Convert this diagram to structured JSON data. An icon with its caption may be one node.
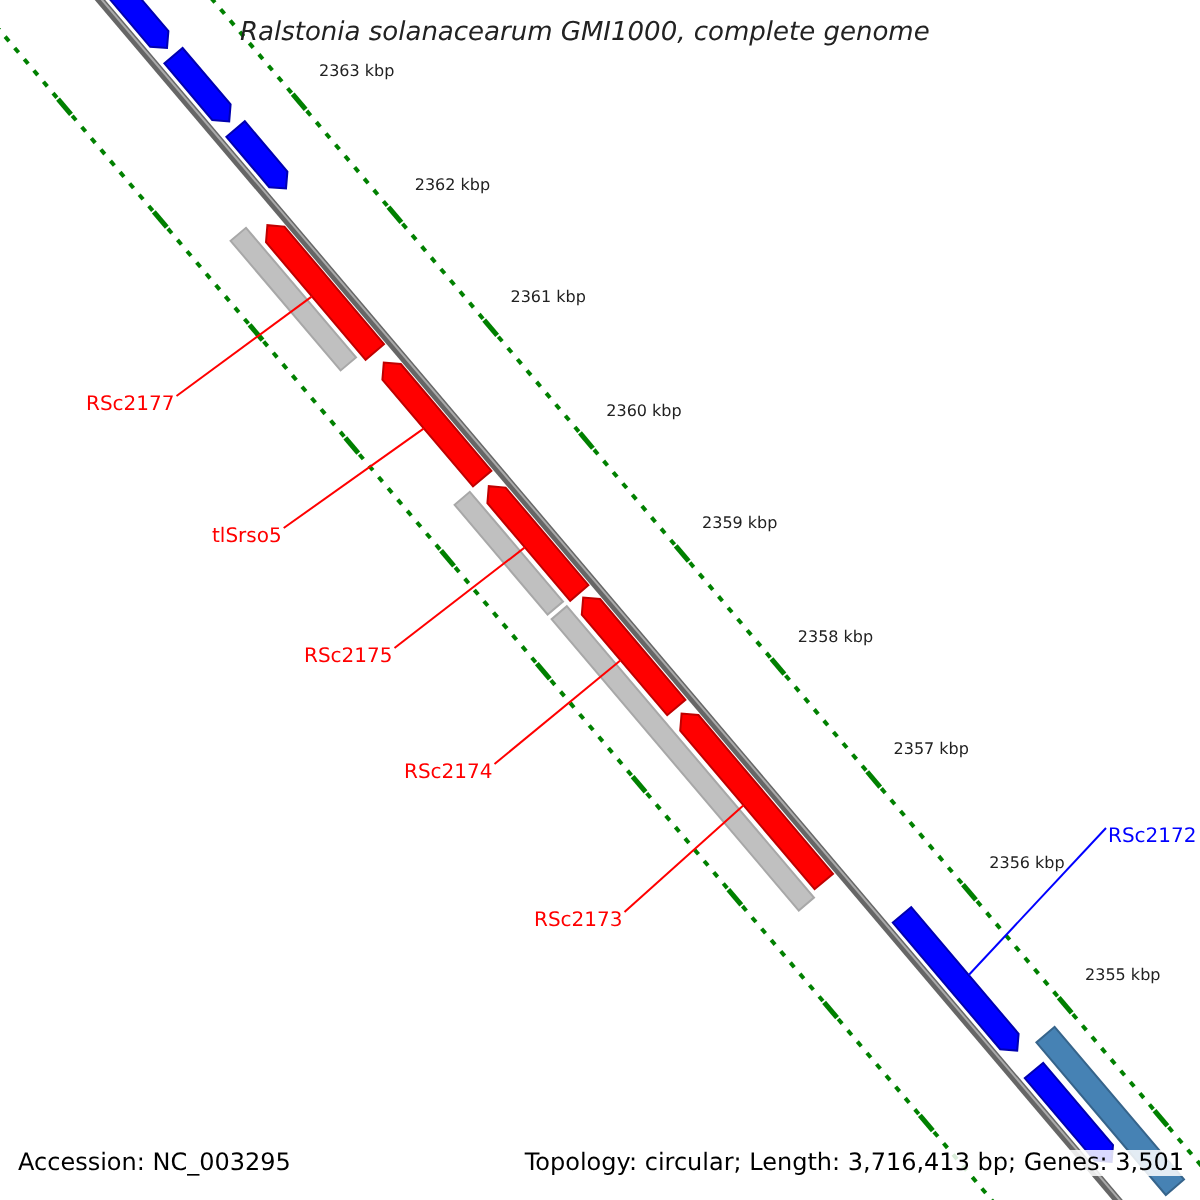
{
  "diagram": {
    "title": "Ralstonia solanacearum GMI1000, complete genome",
    "nodes": [
      {
        "text": [
          "RSc2177"
        ]
      },
      {
        "text": [
          "tlSrso5"
        ]
      },
      {
        "text": [
          "RSc2175"
        ]
      },
      {
        "text": [
          "RSc2174"
        ]
      },
      {
        "text": [
          "RSc2173"
        ]
      },
      {
        "text": [
          "RSc2172"
        ]
      },
      {
        "text": [],
        "shape": "bar"
      },
      {
        "text": [],
        "shape": "bar"
      },
      {
        "text": [],
        "shape": "bar"
      },
      {
        "text": [],
        "shape": "bar"
      },
      {
        "text": [],
        "shape": "bar"
      },
      {
        "text": [],
        "shape": "bar"
      },
      {
        "text": [],
        "shape": "bar"
      },
      {
        "text": [],
        "shape": "bar"
      },
      {
        "text": [],
        "shape": "bar"
      },
      {
        "text": [],
        "shape": "bar"
      },
      {
        "text": [],
        "shape": "bar"
      },
      {
        "text": [],
        "shape": "bar"
      },
      {
        "text": [],
        "shape": "bar"
      },
      {
        "text": [],
        "shape": "bar"
      }
    ],
    "edges": [
      {
        "from": 0,
        "to": 10,
        "arrow": "none"
      },
      {
        "from": 1,
        "to": 11,
        "arrow": "none"
      },
      {
        "from": 2,
        "to": 13,
        "arrow": "none"
      },
      {
        "from": 3,
        "to": 14,
        "arrow": "none"
      },
      {
        "from": 4,
        "to": 16,
        "arrow": "none"
      },
      {
        "from": 5,
        "to": 17,
        "arrow": "none",
        "color": "#0000ff"
      }
    ],
    "labels": [
      "2363 kbp",
      "2362 kbp",
      "2361 kbp",
      "2360 kbp",
      "2359 kbp",
      "2358 kbp",
      "2357 kbp",
      "2356 kbp",
      "2355 kbp",
      "Accession: NC_003295",
      "Topology: circular; Length: 3,716,413 bp; Genes: 3,501"
    ]
  }
}
